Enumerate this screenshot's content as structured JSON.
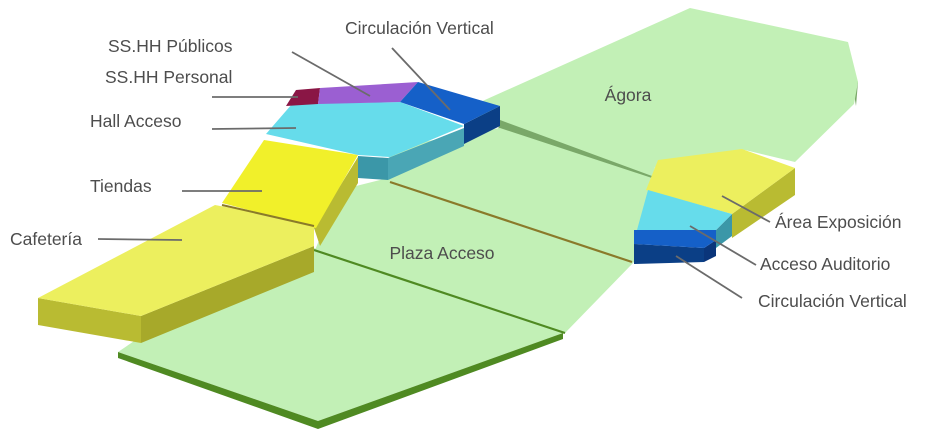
{
  "colors": {
    "green_top": "#c2f0b6",
    "green_edge": "#4f8a22",
    "green_side": "#7aa869",
    "yellow_top": "#ecef5e",
    "yellow_side": "#b9bb32",
    "bright_yellow_top": "#f1f02a",
    "cyan_top": "#66dceb",
    "cyan_side": "#3b97a8",
    "blue_top": "#1560c8",
    "blue_side": "#0b3f86",
    "purple_top": "#9b5fd2",
    "maroon_top": "#8a1645",
    "label": "#4d4d4d",
    "leader": "#6b6b6b"
  },
  "areas": {
    "agora": "Ágora",
    "plaza": "Plaza Acceso"
  },
  "labels": {
    "ss_publicos": "SS.HH Públicos",
    "circ_vertical_top": "Circulación Vertical",
    "ss_personal": "SS.HH Personal",
    "hall": "Hall Acceso",
    "tiendas": "Tiendas",
    "cafeteria": "Cafetería",
    "exposicion": "Área Exposición",
    "auditorio": "Acceso Auditorio",
    "circ_vertical_right": "Circulación Vertical"
  }
}
